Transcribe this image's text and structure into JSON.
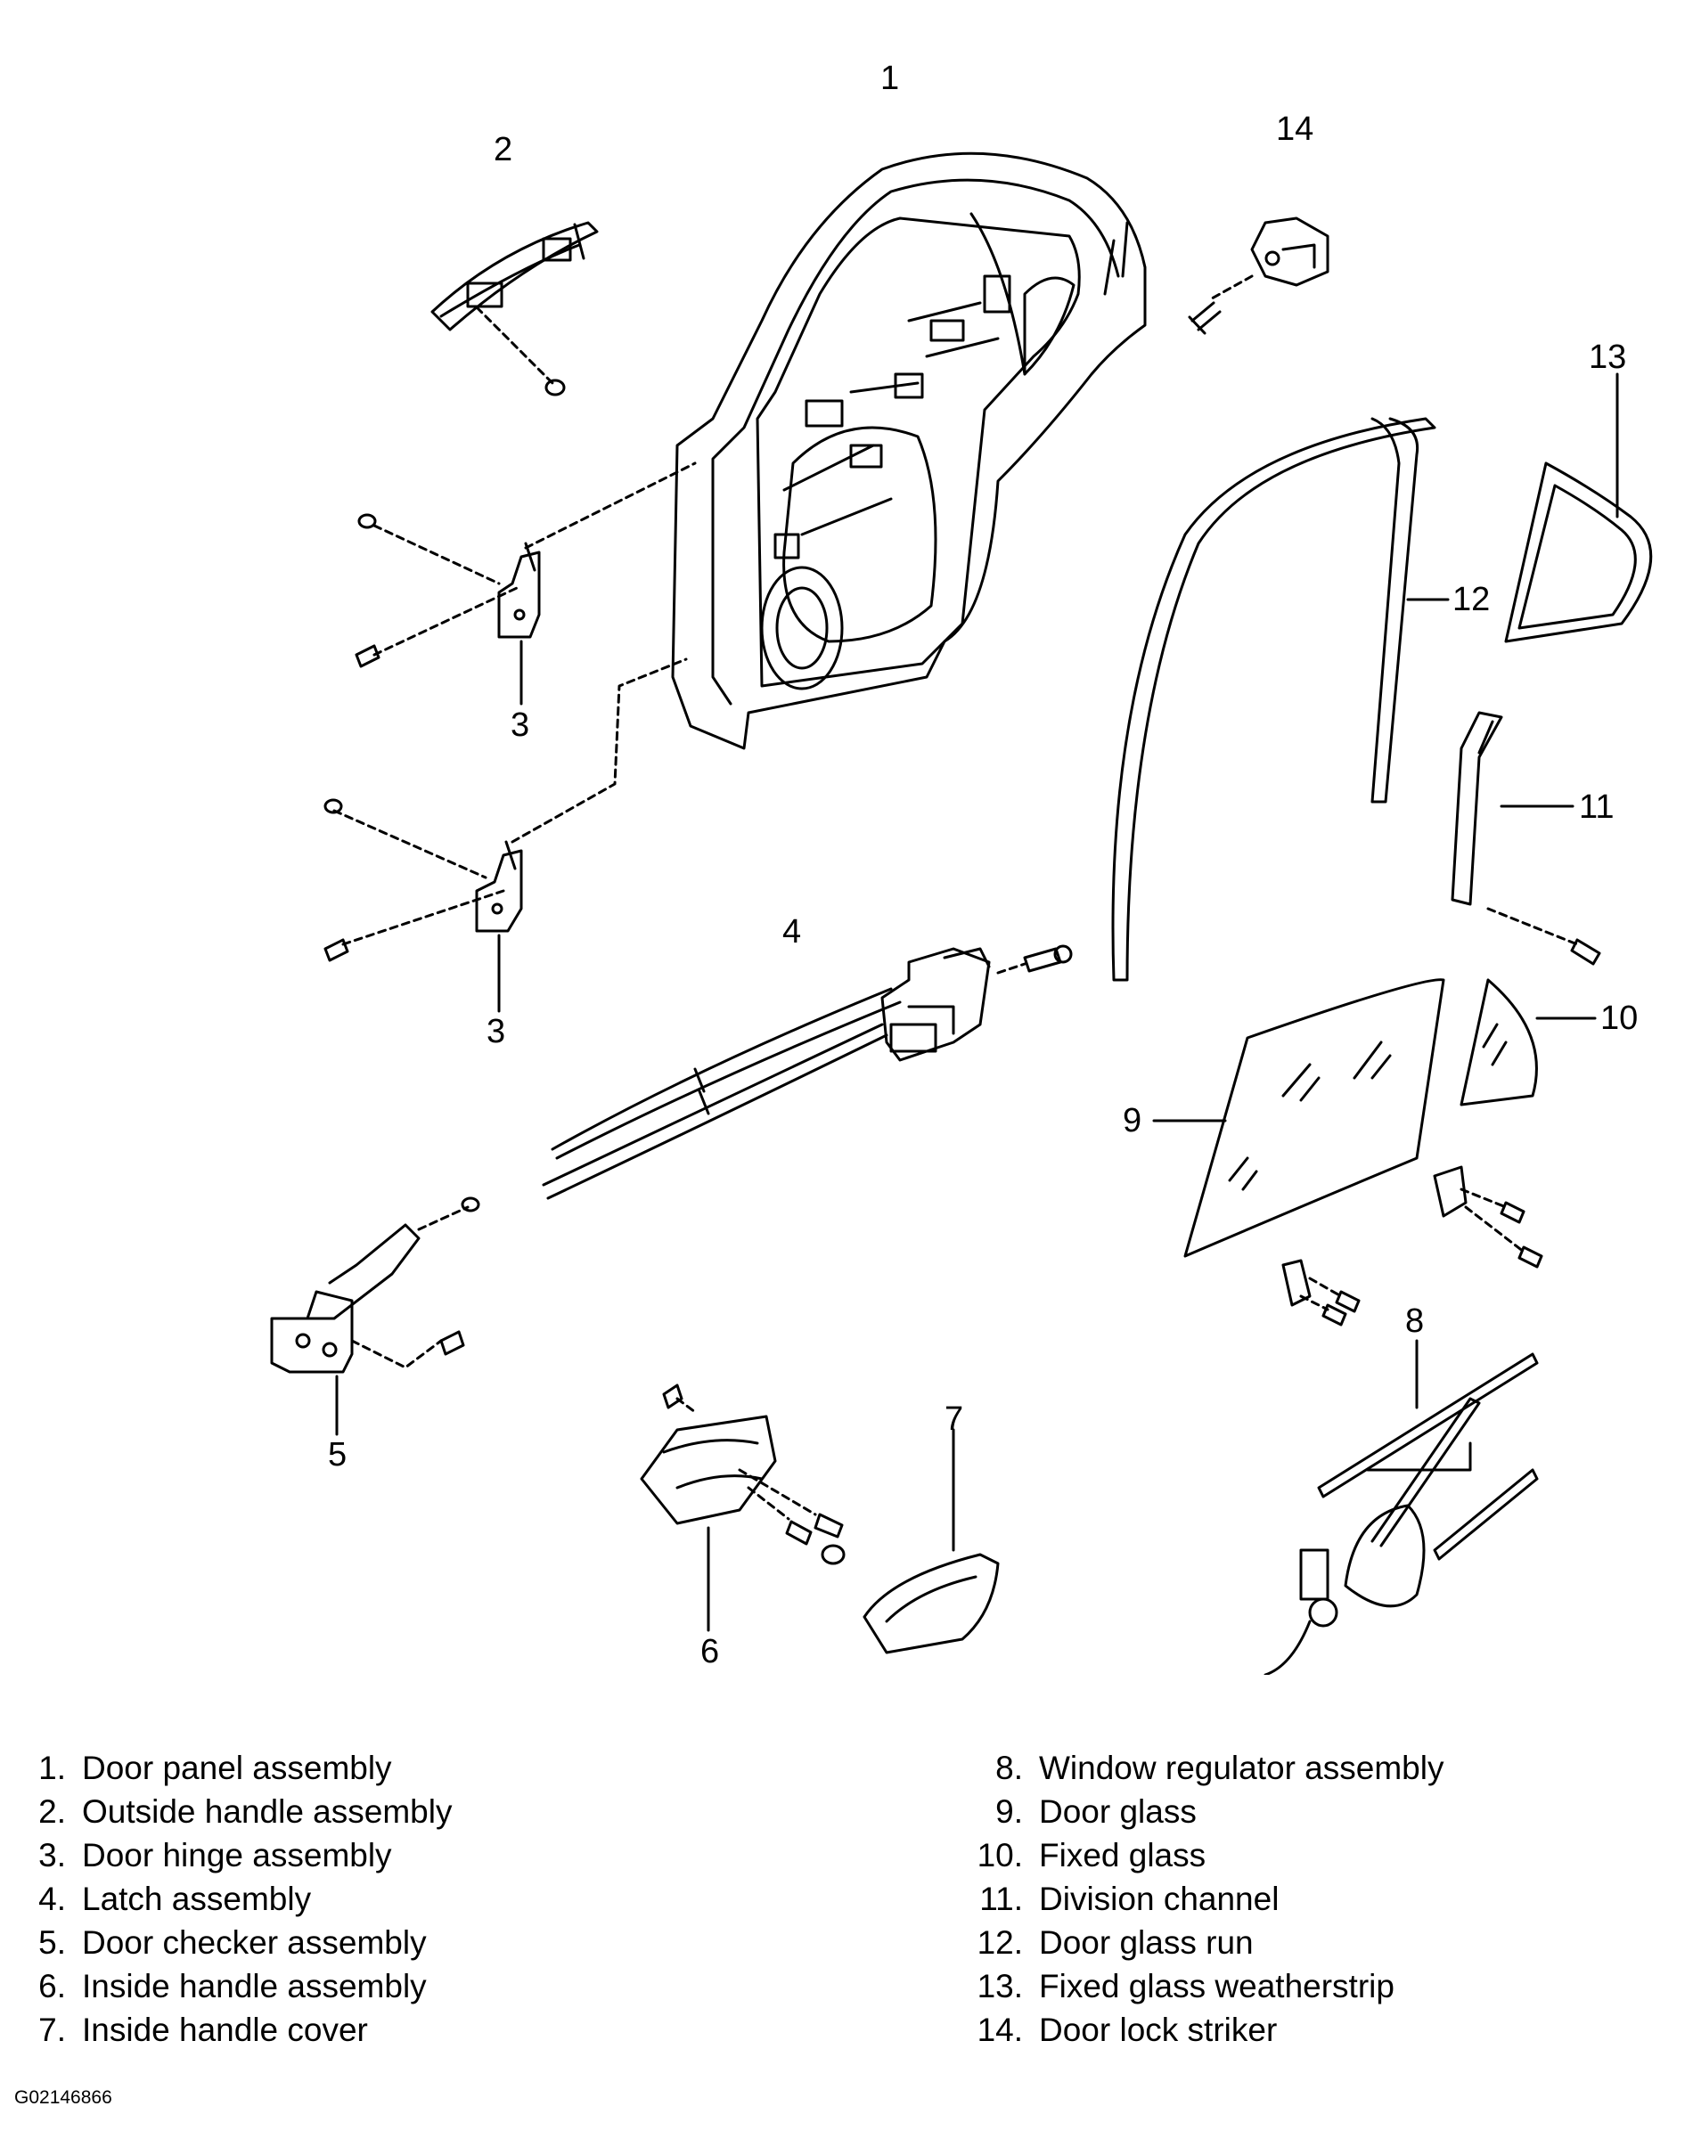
{
  "callouts": {
    "n1": "1",
    "n2": "2",
    "n3a": "3",
    "n3b": "3",
    "n4": "4",
    "n5": "5",
    "n6": "6",
    "n7": "7",
    "n8": "8",
    "n9": "9",
    "n10": "10",
    "n11": "11",
    "n12": "12",
    "n13": "13",
    "n14": "14"
  },
  "legend": {
    "left": [
      {
        "num": "1.",
        "label": "Door panel assembly"
      },
      {
        "num": "2.",
        "label": "Outside handle assembly"
      },
      {
        "num": "3.",
        "label": "Door hinge assembly"
      },
      {
        "num": "4.",
        "label": "Latch assembly"
      },
      {
        "num": "5.",
        "label": "Door checker assembly"
      },
      {
        "num": "6.",
        "label": "Inside handle assembly"
      },
      {
        "num": "7.",
        "label": "Inside handle cover"
      }
    ],
    "right": [
      {
        "num": "8.",
        "label": "Window regulator assembly"
      },
      {
        "num": "9.",
        "label": "Door glass"
      },
      {
        "num": "10.",
        "label": "Fixed glass"
      },
      {
        "num": "11.",
        "label": "Division channel"
      },
      {
        "num": "12.",
        "label": "Door glass run"
      },
      {
        "num": "13.",
        "label": "Fixed glass weatherstrip"
      },
      {
        "num": "14.",
        "label": "Door lock striker"
      }
    ]
  },
  "figure_code": "G02146866",
  "colors": {
    "line": "#000000",
    "background": "#ffffff"
  }
}
